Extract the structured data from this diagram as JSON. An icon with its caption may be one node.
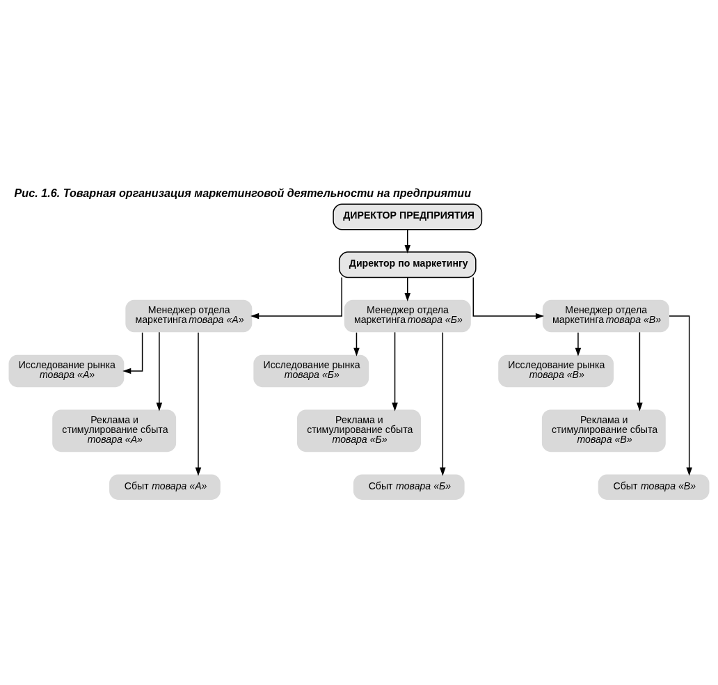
{
  "diagram": {
    "title": "Рис. 1.6. Товарная организация маркетинговой деятельности на предприятии",
    "nodes": [
      {
        "text": [
          "ДИРЕКТОР ПРЕДПРИЯТИЯ"
        ]
      },
      {
        "text": [
          "Директор по маркетингу"
        ]
      },
      {
        "text": [
          "Менеджер отдела маркетинга *товара «А»*"
        ]
      },
      {
        "text": [
          "Исследование рынка *товара «А»*"
        ]
      },
      {
        "text": [
          "Реклама и стимулирование сбыта *товара «А»*"
        ]
      },
      {
        "text": [
          "Сбыт *товара «А»*"
        ]
      },
      {
        "text": [
          "Менеджер отдела маркетинга *товара «Б»*"
        ]
      },
      {
        "text": [
          "Исследование рынка *товара «Б»*"
        ]
      },
      {
        "text": [
          "Реклама и стимулирование сбыта *товара «Б»*"
        ]
      },
      {
        "text": [
          "Сбыт *товара «Б»*"
        ]
      },
      {
        "text": [
          "Менеджер отдела маркетинга *товара «В»*"
        ]
      },
      {
        "text": [
          "Исследование рынка *товара «В»*"
        ]
      },
      {
        "text": [
          "Реклама и стимулирование сбыта *товара «В»*"
        ]
      },
      {
        "text": [
          "Сбыт *товара «В»*"
        ]
      }
    ],
    "edges": [
      {
        "from": 0,
        "to": 1,
        "arrow": "to"
      },
      {
        "from": 1,
        "to": 2,
        "arrow": "to"
      },
      {
        "from": 1,
        "to": 6,
        "arrow": "to"
      },
      {
        "from": 1,
        "to": 10,
        "arrow": "to"
      },
      {
        "from": 2,
        "to": 3,
        "arrow": "to"
      },
      {
        "from": 2,
        "to": 4,
        "arrow": "to"
      },
      {
        "from": 2,
        "to": 5,
        "arrow": "to"
      },
      {
        "from": 6,
        "to": 7,
        "arrow": "to"
      },
      {
        "from": 6,
        "to": 8,
        "arrow": "to"
      },
      {
        "from": 6,
        "to": 9,
        "arrow": "to"
      },
      {
        "from": 10,
        "to": 11,
        "arrow": "to"
      },
      {
        "from": 10,
        "to": 12,
        "arrow": "to"
      },
      {
        "from": 10,
        "to": 13,
        "arrow": "to"
      }
    ]
  }
}
